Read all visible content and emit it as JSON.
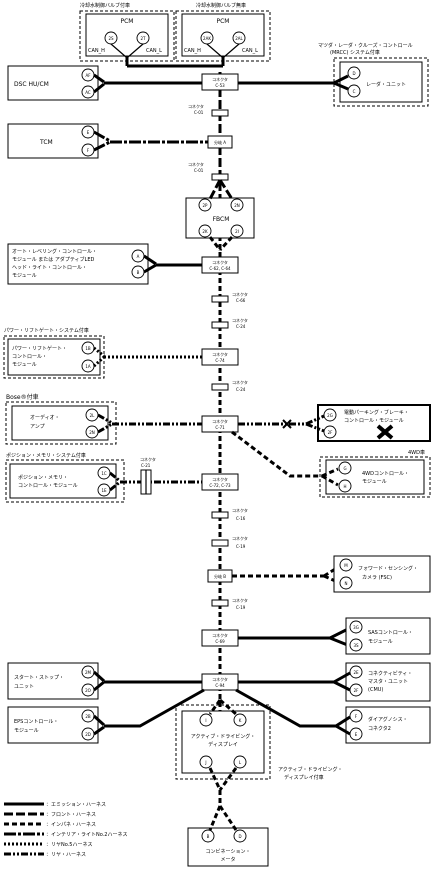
{
  "top_options": {
    "left": "冷却水制御バルブ付車",
    "right": "冷却水制御バルブ無車"
  },
  "pcm": {
    "label": "PCM",
    "left_pins": [
      "2S",
      "2T"
    ],
    "right_pins": [
      "2AK",
      "2AL"
    ],
    "can_h": "CAN_H",
    "can_l": "CAN_L"
  },
  "mrcc": {
    "title_1": "マツダ・レーダ・クルーズ・コントロール",
    "title_2": "(MRCC) システム付車",
    "unit": "レーダ・ユニット",
    "pins": [
      "D",
      "C"
    ]
  },
  "dsc": {
    "label": "DSC HU/CM",
    "pins": [
      "AF",
      "AC"
    ]
  },
  "tcm": {
    "label": "TCM",
    "pins": [
      "E",
      "F"
    ]
  },
  "fbcm": {
    "label": "FBCM",
    "pins": [
      "2P",
      "2N",
      "2K",
      "2I"
    ]
  },
  "headlight": {
    "lines": [
      "オート・レベリング・コントロール・",
      "モジュール または アダプティブLED",
      "ヘッド・ライト・コントロール・",
      "モジュール"
    ],
    "pins": [
      "A",
      "B"
    ]
  },
  "liftgate": {
    "option": "パワー・リフトゲート・システム付車",
    "lines": [
      "パワー・リフトゲート・",
      "コントロール・",
      "モジュール"
    ],
    "pins": [
      "1B",
      "1A"
    ]
  },
  "audio": {
    "option": "Bose®付車",
    "lines": [
      "オーディオ・",
      "アンプ"
    ],
    "pins": [
      "2L",
      "2N"
    ]
  },
  "epb": {
    "lines": [
      "電動パーキング・ブレーキ・",
      "コントロール・モジュール"
    ],
    "pins": [
      "2G",
      "2F"
    ]
  },
  "awd": {
    "option": "4WD車",
    "lines": [
      "4WDコントロール・",
      "モジュール"
    ],
    "pins": [
      "G",
      "H"
    ]
  },
  "seat": {
    "option": "ポジション・メモリ・システム付車",
    "lines": [
      "ポジション・メモリ・",
      "コントロール・モジュール"
    ],
    "pins": [
      "1C",
      "1E"
    ]
  },
  "fsc": {
    "lines": [
      "フォワード・センシング・",
      "カメラ (FSC)"
    ],
    "pins": [
      "M",
      "N"
    ]
  },
  "sas": {
    "lines": [
      "SASコントロール・",
      "モジュール"
    ],
    "pins": [
      "3G",
      "3S"
    ]
  },
  "startstop": {
    "lines": [
      "スタート・ストップ・",
      "ユニット"
    ],
    "pins": [
      "2M",
      "2O"
    ]
  },
  "cmu": {
    "lines": [
      "コネクティビティ・",
      "マスタ・ユニット",
      "(CMU)"
    ],
    "pins": [
      "2E",
      "2F"
    ]
  },
  "eps": {
    "lines": [
      "EPSコントロール・",
      "モジュール"
    ],
    "pins": [
      "2B",
      "2D"
    ]
  },
  "dlc": {
    "lines": [
      "ダイアグノシス・",
      "コネクタ2"
    ],
    "pins": [
      "F",
      "E"
    ]
  },
  "display": {
    "lines": [
      "アクティブ・ドライビング・",
      "ディスプレイ"
    ],
    "pins": [
      "I",
      "K",
      "J",
      "L"
    ],
    "option_1": "アクティブ・ドライビング・",
    "option_2": "ディスプレイ付車"
  },
  "cluster": {
    "lines": [
      "コンビネーション・",
      "メータ"
    ],
    "pins": [
      "B",
      "D"
    ]
  },
  "connectors": {
    "c53": [
      "コネクタ",
      "C-53"
    ],
    "c01a": [
      "コネクタ",
      "C-01"
    ],
    "splice_a": "分岐 A",
    "c01b": [
      "コネクタ",
      "C-01"
    ],
    "c62": [
      "コネクタ",
      "C-62, C-64"
    ],
    "c66": [
      "コネクタ",
      "C-66"
    ],
    "c24a": [
      "コネクタ",
      "C-24"
    ],
    "c74": [
      "コネクタ",
      "C-74"
    ],
    "c24b": [
      "コネクタ",
      "C-24"
    ],
    "c71": [
      "コネクタ",
      "C-71"
    ],
    "c21": [
      "コネクタ",
      "C-21"
    ],
    "c72": [
      "コネクタ",
      "C-72, C-73"
    ],
    "c16": [
      "コネクタ",
      "C-16"
    ],
    "c19a": [
      "コネクタ",
      "C-19"
    ],
    "splice_b": "分岐 B",
    "c19b": [
      "コネクタ",
      "C-19"
    ],
    "c69": [
      "コネクタ",
      "C-69"
    ],
    "c94": [
      "コネクタ",
      "C-94"
    ]
  },
  "legend": [
    "：エミッション・ハーネス",
    "：フロント・ハーネス",
    "：インパネ・ハーネス",
    "：インテリア・ライトNo.2ハーネス",
    "：リヤNo.5ハーネス",
    "：リヤ・ハーネス"
  ]
}
